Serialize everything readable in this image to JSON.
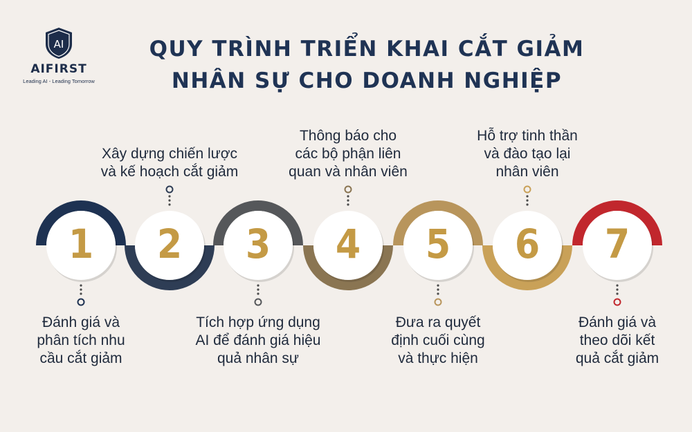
{
  "logo": {
    "mark": "AI",
    "brand": "AIFIRST",
    "tagline": "Leading AI - Leading Tomorrow"
  },
  "title": {
    "line1": "QUY TRÌNH TRIỂN KHAI CẮT GIẢM",
    "line2": "NHÂN SỰ CHO DOANH NGHIỆP"
  },
  "colors": {
    "background": "#f3efeb",
    "number": "#c49a45",
    "steps": [
      "#1e3252",
      "#2e3d55",
      "#55575a",
      "#8a7552",
      "#b8955c",
      "#c9a158",
      "#c1272d"
    ]
  },
  "steps": [
    {
      "number": "1",
      "label": [
        "Đánh giá và",
        "phân tích nhu",
        "cầu cắt giảm"
      ]
    },
    {
      "number": "2",
      "label": [
        "Xây dựng chiến lược",
        "và kế hoạch cắt giảm"
      ]
    },
    {
      "number": "3",
      "label": [
        "Tích hợp ứng dụng",
        "AI để đánh giá hiệu",
        "quả nhân sự"
      ]
    },
    {
      "number": "4",
      "label": [
        "Thông báo cho",
        "các bộ phận liên",
        "quan và nhân viên"
      ]
    },
    {
      "number": "5",
      "label": [
        "Đưa ra quyết",
        "định cuối cùng",
        "và thực hiện"
      ]
    },
    {
      "number": "6",
      "label": [
        "Hỗ trợ tinh thần",
        "và đào tạo lại",
        "nhân viên"
      ]
    },
    {
      "number": "7",
      "label": [
        "Đánh giá và",
        "theo dõi kết",
        "quả cắt giảm"
      ]
    }
  ]
}
